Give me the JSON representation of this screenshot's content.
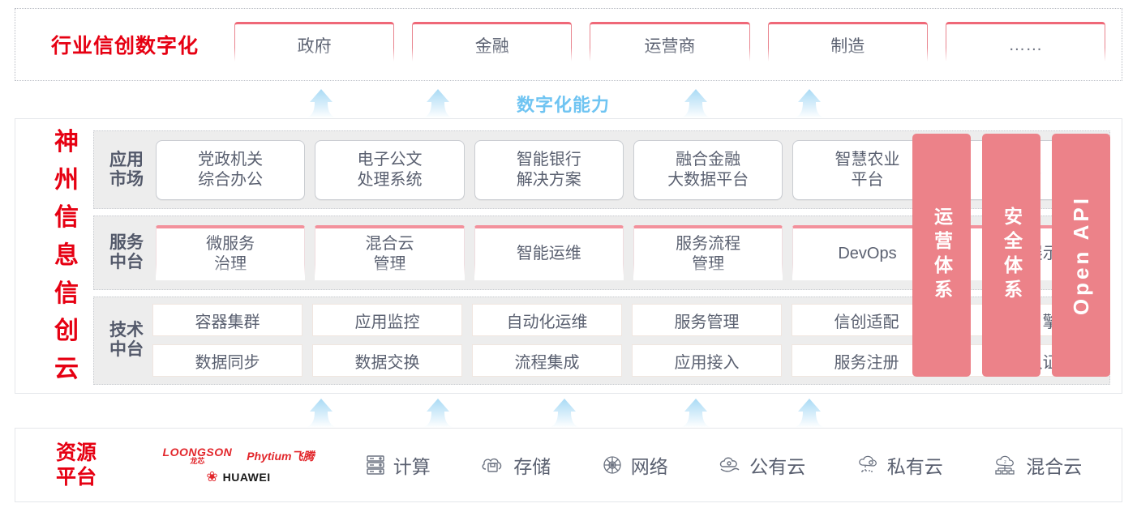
{
  "industry": {
    "title": "行业信创数字化",
    "cards": [
      {
        "label": "政府"
      },
      {
        "label": "金融"
      },
      {
        "label": "运营商"
      },
      {
        "label": "制造"
      },
      {
        "label": "……"
      }
    ]
  },
  "capability": {
    "label": "数字化能力",
    "arrow_color": "#bfe3f7",
    "label_color": "#6fc4f2"
  },
  "cloud": {
    "title_chars": [
      "神",
      "州",
      "信",
      "息",
      "信",
      "创",
      "云"
    ],
    "title_text": "神州信息信创云",
    "title_color": "#e60012",
    "rows": [
      {
        "label": "应用\n市场",
        "label_line1": "应用",
        "label_line2": "市场",
        "cards": [
          {
            "line1": "党政机关",
            "line2": "综合办公"
          },
          {
            "line1": "电子公文",
            "line2": "处理系统"
          },
          {
            "line1": "智能银行",
            "line2": "解决方案"
          },
          {
            "line1": "融合金融",
            "line2": "大数据平台"
          },
          {
            "line1": "智慧农业",
            "line2": "平台"
          },
          {
            "line1": "……",
            "line2": ""
          }
        ]
      },
      {
        "label_line1": "服务",
        "label_line2": "中台",
        "cards": [
          {
            "line1": "微服务",
            "line2": "治理"
          },
          {
            "line1": "混合云",
            "line2": "管理"
          },
          {
            "line1": "智能运维",
            "line2": ""
          },
          {
            "line1": "服务流程",
            "line2": "管理"
          },
          {
            "line1": "DevOps",
            "line2": ""
          },
          {
            "line1": "大屏展示",
            "line2": ""
          }
        ]
      },
      {
        "label_line1": "技术",
        "label_line2": "中台",
        "row1": [
          "容器集群",
          "应用监控",
          "自动化运维",
          "服务管理",
          "信创适配",
          "流程引擎"
        ],
        "row2": [
          "数据同步",
          "数据交换",
          "流程集成",
          "应用接入",
          "服务注册",
          "统一认证"
        ]
      }
    ],
    "pillars": [
      {
        "text": "运营体系",
        "latin": false
      },
      {
        "text": "安全体系",
        "latin": false
      },
      {
        "text": "Open API",
        "latin": true
      }
    ],
    "pillar_color": "#ec8289"
  },
  "resource": {
    "title_line1": "资源",
    "title_line2": "平台",
    "title_color": "#e60012",
    "vendors": [
      {
        "name": "LOONGSON",
        "sub": "龙芯"
      },
      {
        "name": "Phytium飞腾",
        "sub": ""
      },
      {
        "name": "HUAWEI",
        "sub": ""
      }
    ],
    "items": [
      {
        "label": "计算",
        "icon": "server-icon"
      },
      {
        "label": "存储",
        "icon": "cloud-storage-icon"
      },
      {
        "label": "网络",
        "icon": "network-icon"
      },
      {
        "label": "公有云",
        "icon": "public-cloud-icon"
      },
      {
        "label": "私有云",
        "icon": "private-cloud-icon"
      },
      {
        "label": "混合云",
        "icon": "hybrid-cloud-icon"
      }
    ]
  }
}
